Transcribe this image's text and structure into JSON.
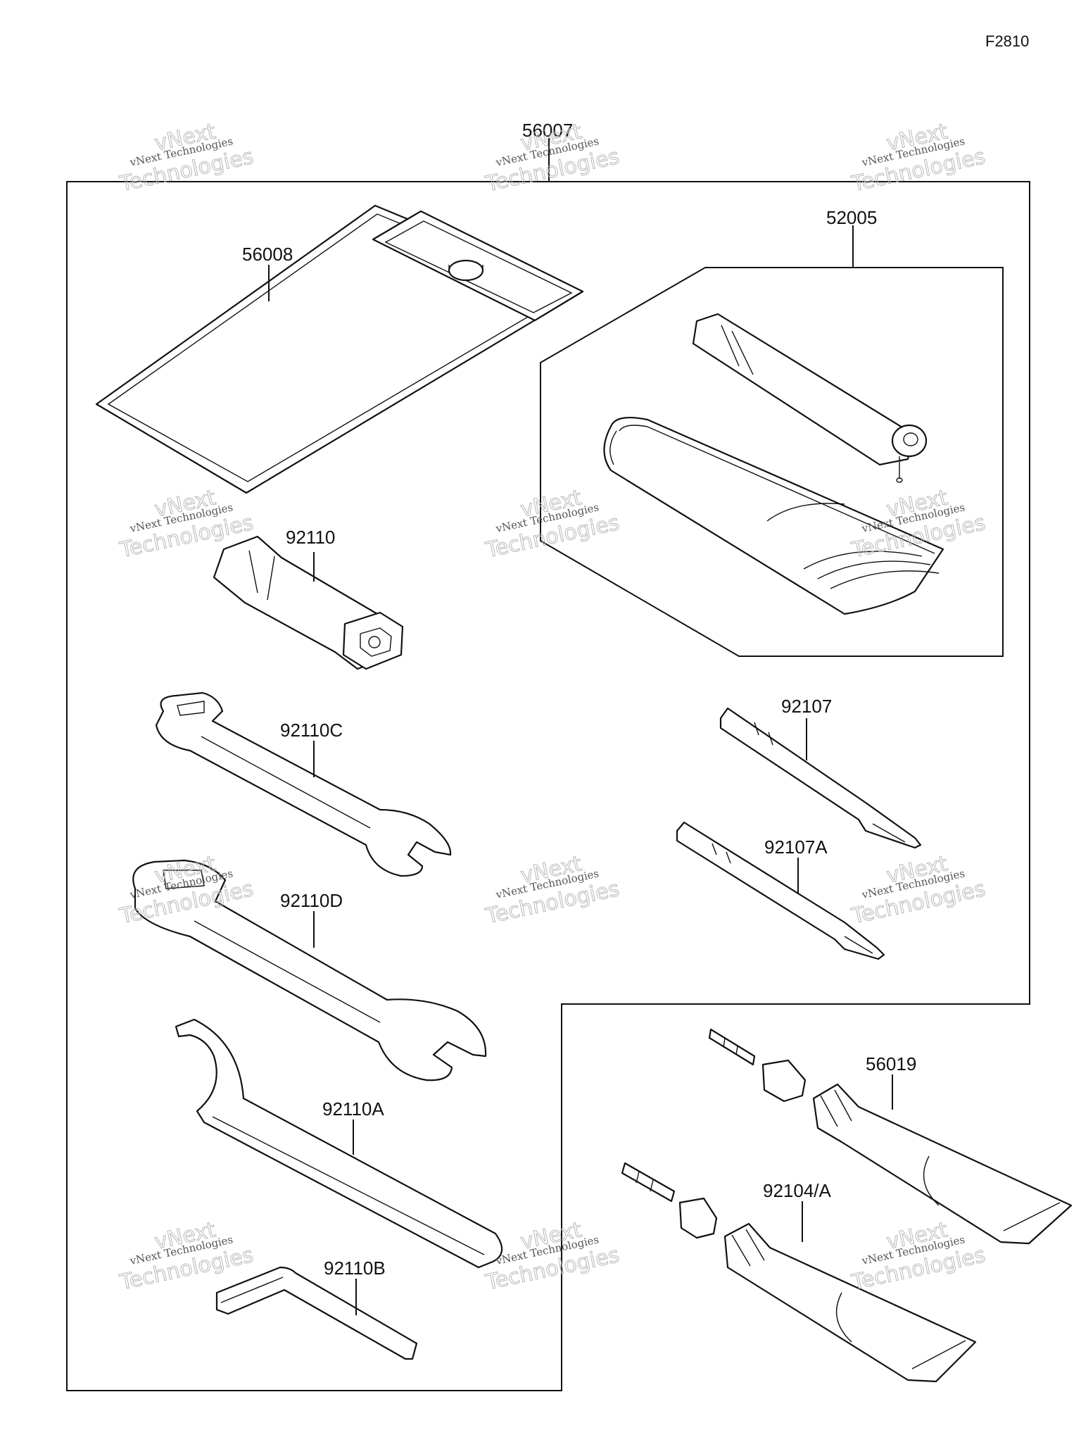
{
  "figure_code": "F2810",
  "callouts": {
    "c56007": "56007",
    "c56008": "56008",
    "c52005": "52005",
    "c92110": "92110",
    "c92110C": "92110C",
    "c92110D": "92110D",
    "c92110A": "92110A",
    "c92110B": "92110B",
    "c92107": "92107",
    "c92107A": "92107A",
    "c56019": "56019",
    "c92104A": "92104/A"
  },
  "watermark": {
    "brand_small": "vNext Technologies",
    "brand_large_top": "vNext",
    "brand_large_bottom": "Technologies"
  }
}
